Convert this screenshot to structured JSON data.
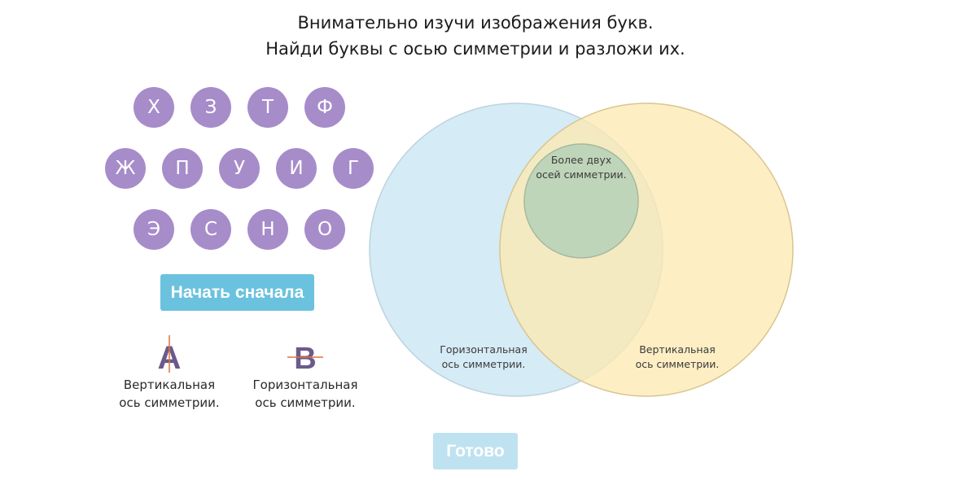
{
  "instructions": {
    "line1": "Внимательно изучи изображения букв.",
    "line2": "Найди буквы с осью симметрии и разложи их."
  },
  "letters": [
    {
      "char": "Х"
    },
    {
      "char": "З"
    },
    {
      "char": "Т"
    },
    {
      "char": "Ф"
    },
    {
      "char": "Ж"
    },
    {
      "char": "П"
    },
    {
      "char": "У"
    },
    {
      "char": "И"
    },
    {
      "char": "Г"
    },
    {
      "char": "Э"
    },
    {
      "char": "С"
    },
    {
      "char": "Н"
    },
    {
      "char": "О"
    }
  ],
  "buttons": {
    "restart_label": "Начать сначала",
    "done_label": "Готово"
  },
  "legend": {
    "vertical": {
      "glyph": "А",
      "line1": "Вертикальная",
      "line2": "ось симметрии."
    },
    "horizontal": {
      "glyph": "В",
      "line1": "Горизонтальная",
      "line2": "ось симметрии."
    }
  },
  "venn": {
    "more_than_two": {
      "line1": "Более двух",
      "line2": "осей симметрии."
    },
    "horizontal": {
      "line1": "Горизонтальная",
      "line2": "ось симметрии."
    },
    "vertical": {
      "line1": "Вертикальная",
      "line2": "ось симметрии."
    }
  },
  "colors": {
    "letter_tile": "#a78cca",
    "horizontal_circle": "#d5ebf5",
    "vertical_circle": "#fdedbf",
    "inner_circle": "#b9d3b8",
    "restart_button": "#6bc2de",
    "done_button_disabled": "#bfe2f0",
    "legend_glyph": "#6b5a8a",
    "legend_axis": "#e2703a"
  }
}
